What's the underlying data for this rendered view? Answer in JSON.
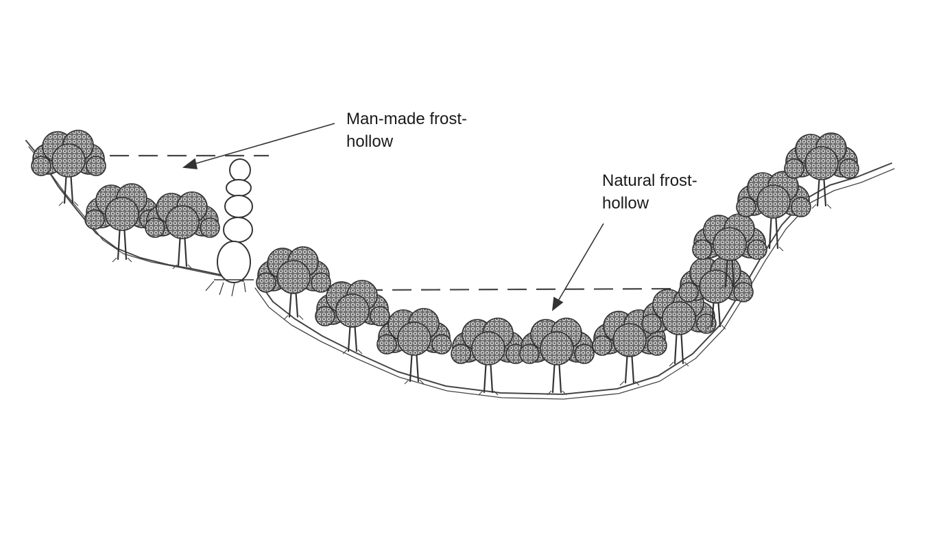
{
  "diagram": {
    "labels": {
      "man_made": {
        "line1": "Man-made frost-",
        "line2": "hollow"
      },
      "natural": {
        "line1": "Natural frost-",
        "line2": "hollow"
      }
    },
    "icons": {
      "tree": "tree-icon",
      "wall": "stone-wall-icon",
      "arrow": "arrow-icon"
    },
    "colors": {
      "ink": "#3a3a3a",
      "tree_fill": "#6f6f6f",
      "background": "#ffffff"
    }
  }
}
